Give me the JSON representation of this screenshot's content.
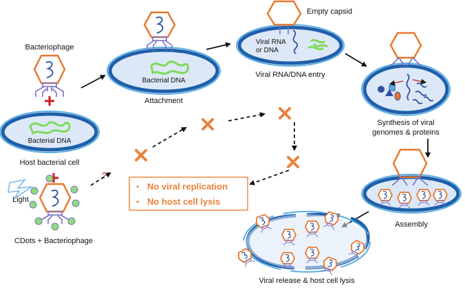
{
  "labels": {
    "bacteriophage": "Bacteriophage",
    "bacterial_dna_host": "Bacterial DNA",
    "host_cell": "Host bacterial cell",
    "light": "Light",
    "cdots_phage": "CDots + Bacteriophage",
    "question": "?",
    "bacterial_dna_attach": "Bacterial DNA",
    "attachment": "Attachment",
    "empty_capsid": "Empty capsid",
    "viral_rna_line1": "Viral RNA",
    "viral_rna_line2": "or DNA",
    "entry": "Viral RNA/DNA entry",
    "synthesis_line1": "Synthesis of viral",
    "synthesis_line2": "genomes & proteins",
    "assembly": "Assembly",
    "release": "Viral release & host cell lysis"
  },
  "outcome_box": {
    "items": [
      "No viral replication",
      "No host cell lysis"
    ]
  },
  "colors": {
    "capsid": "#e8762b",
    "tail": "#7b6fc8",
    "cell_fill": "#dce8f7",
    "cell_border": "#1f5faa",
    "cell_outer": "#5aaee0",
    "dna_green": "#7ed957",
    "genome_blue": "#2f4fa0",
    "cross": "#e8823a",
    "box_border": "#e8823a",
    "box_text": "#e8823a",
    "plus": "#cc1f1f",
    "cdot": "#8fdc7a",
    "light_bolt": "#7fb6e6"
  }
}
